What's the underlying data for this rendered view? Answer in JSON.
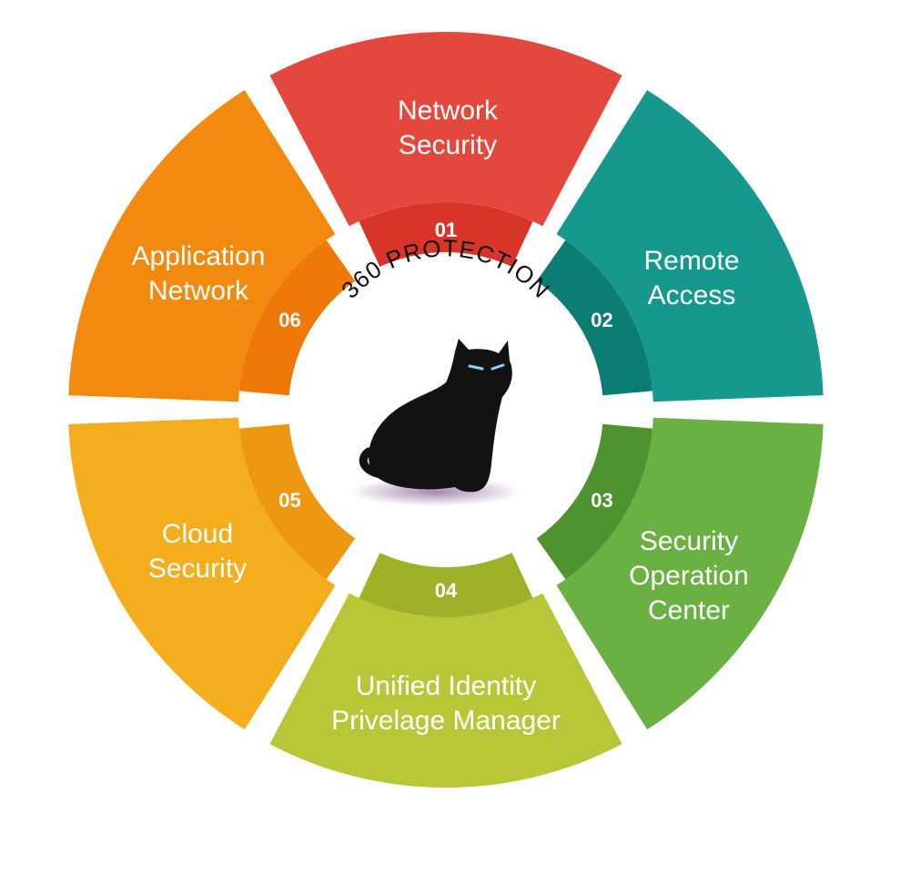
{
  "center": {
    "title": "360 PROTECTION",
    "icon": "black-cat-icon"
  },
  "segments": [
    {
      "number": "01",
      "lines": [
        "Network",
        "Security"
      ],
      "color": "#e4483c",
      "ring_color": "#d8352a"
    },
    {
      "number": "02",
      "lines": [
        "Remote",
        "Access"
      ],
      "color": "#16998c",
      "ring_color": "#0c7d72"
    },
    {
      "number": "03",
      "lines": [
        "Security",
        "Operation",
        "Center"
      ],
      "color": "#6ab043",
      "ring_color": "#4f9230"
    },
    {
      "number": "04",
      "lines": [
        "Unified Identity",
        "Privelage Manager"
      ],
      "color": "#b8c737",
      "ring_color": "#9fb126"
    },
    {
      "number": "05",
      "lines": [
        "Cloud",
        "Security"
      ],
      "color": "#f4ae1d",
      "ring_color": "#ee9812"
    },
    {
      "number": "06",
      "lines": [
        "Application",
        "Network"
      ],
      "color": "#f28a10",
      "ring_color": "#ee7808"
    }
  ]
}
